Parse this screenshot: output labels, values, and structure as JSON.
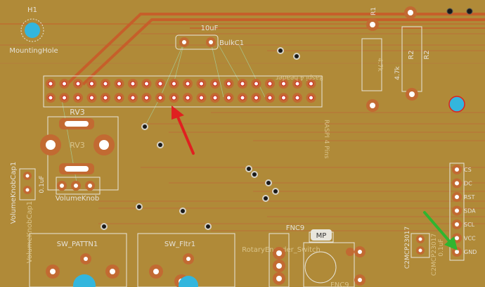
{
  "colors": {
    "board": "#b08a38",
    "copper": "#c26a32",
    "pad_ring": "#a05a20",
    "hole": "#ffffff",
    "via": "#1a1a1a",
    "silk": "#e6e2d8",
    "mounting_fill": "#33b6dd",
    "red_arrow": "#e02020",
    "green_arrow": "#2fb52f"
  },
  "labels": {
    "h1_ref": "H1",
    "h1_value": "MountingHole",
    "rpi_header": "RASPI 4 Pins",
    "rpi_header_back": "Raspi 4 header",
    "cap_value": "10uF",
    "cap_ref": "BulkC1",
    "r1_ref": "R1",
    "r2_ref": "R2",
    "r2_value": "4.7k",
    "r1_value": "4.7k",
    "rv3_ref_top": "RV3",
    "rv3_ref_mid": "RV3",
    "volume_knob": "VolumeKnob",
    "volknob_cap_ref": "VolumeKnobCap1",
    "volknob_cap_ref2": "VolumeKnobCap1",
    "volknob_cap_value": "0.1uF",
    "sw_pattn": "SW_PATTN1",
    "sw_fltr": "SW_Fltr1",
    "fnc9": "FNC9",
    "mp": "MP",
    "rotary_encoder": "RotaryEncoder_Switch",
    "fnc_bottom": "FNC9",
    "c2mcp": "C2MCP23017",
    "c2mcp2": "C2MCP23017",
    "c2val": "0.1uF"
  },
  "connector": {
    "pins": [
      "CS",
      "DC",
      "RST",
      "SDA",
      "SCL",
      "VCC",
      "GND"
    ]
  }
}
